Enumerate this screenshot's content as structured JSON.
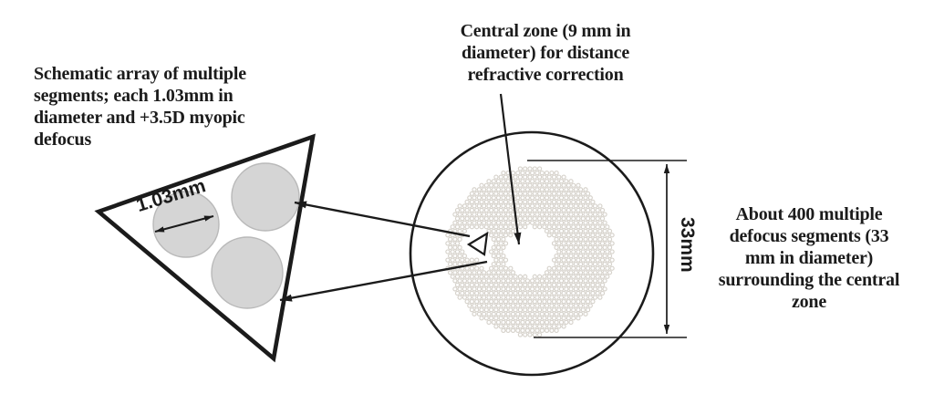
{
  "captions": {
    "segment_array": {
      "lines": [
        "Schematic array of multiple",
        "segments; each 1.03mm in",
        "diameter and +3.5D myopic",
        "defocus"
      ]
    },
    "central_zone": {
      "lines": [
        "Central zone (9 mm in",
        "diameter) for distance",
        "refractive correction"
      ]
    },
    "defocus_segments": {
      "lines": [
        "About 400 multiple",
        "defocus segments (33",
        "mm in diameter)",
        "surrounding the central",
        "zone"
      ]
    }
  },
  "labels": {
    "segment_diameter": "1.03mm",
    "lens_diameter": "33mm"
  },
  "colors": {
    "ink": "#1b1b1b",
    "background": "#ffffff",
    "segment_fill": "#d5d5d5",
    "segment_edge": "#b9b9b9",
    "dot_ring": "#d6d2cb"
  }
}
